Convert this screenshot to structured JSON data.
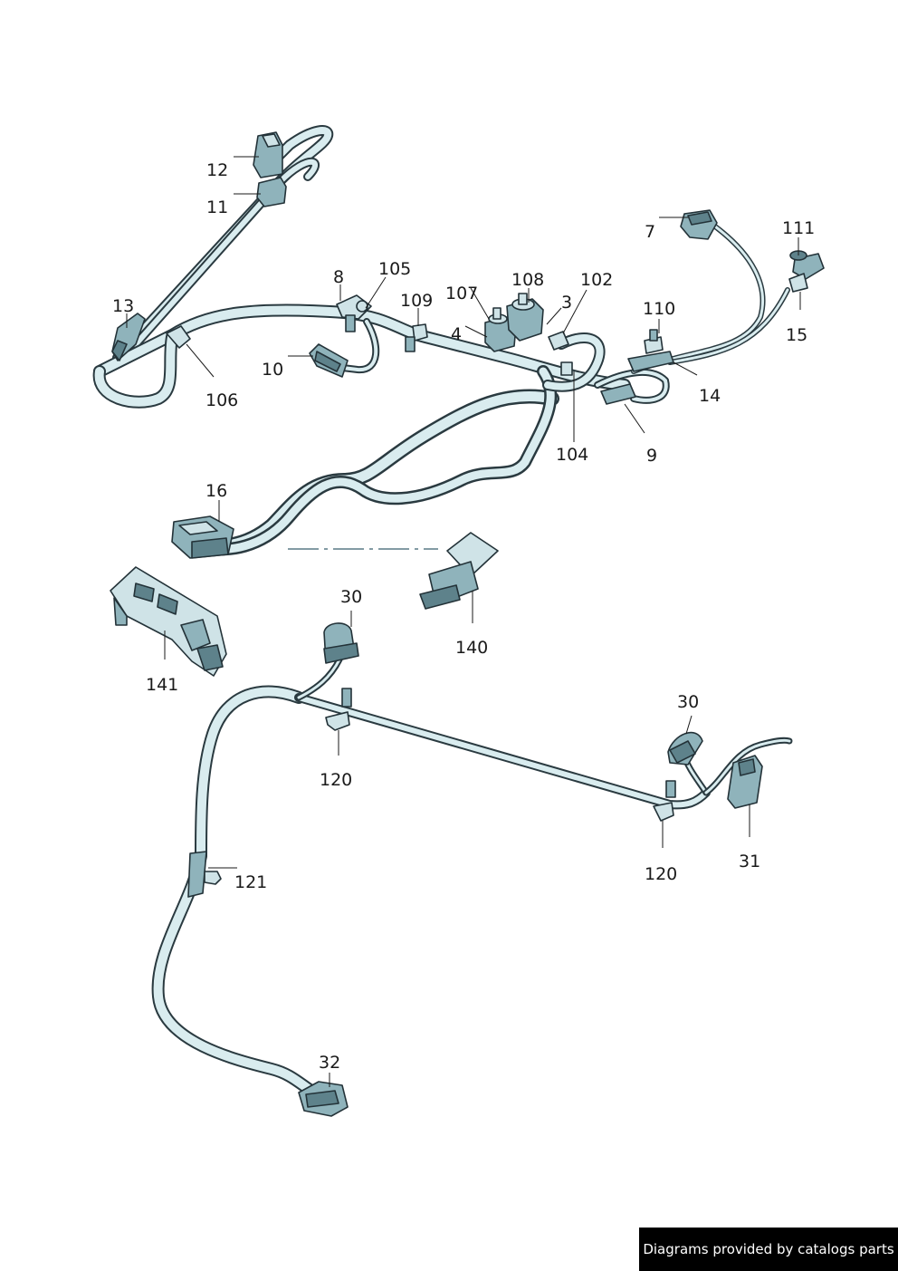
{
  "callouts": {
    "c12": "12",
    "c11": "11",
    "c13": "13",
    "c8": "8",
    "c105": "105",
    "c109": "109",
    "c107": "107",
    "c108": "108",
    "c102": "102",
    "c3": "3",
    "c4": "4",
    "c7": "7",
    "c111": "111",
    "c15": "15",
    "c110": "110",
    "c14": "14",
    "c10": "10",
    "c106": "106",
    "c104": "104",
    "c9": "9",
    "c16": "16",
    "c141": "141",
    "c140": "140",
    "c30a": "30",
    "c120a": "120",
    "c30b": "30",
    "c31": "31",
    "c120b": "120",
    "c121": "121",
    "c32": "32"
  },
  "footer": {
    "text": "Diagrams provided by catalogs parts"
  },
  "colors": {
    "cable": "#d9ecef",
    "outline": "#2a3a40",
    "part": "#8fb3bb",
    "footer_bg": "#000000"
  }
}
